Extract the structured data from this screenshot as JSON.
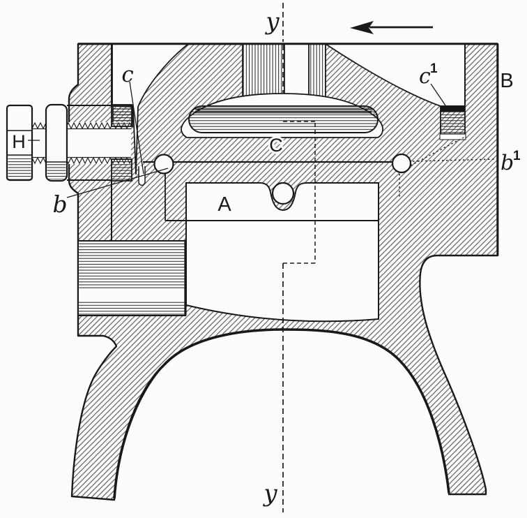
{
  "drawing": {
    "description_colors": {
      "paper": "#fcfcfa",
      "ink": "#191919",
      "hatch": "#5a5a5a"
    },
    "labels": {
      "axis_top": "y",
      "axis_bottom": "y",
      "stud": "H",
      "ball_left": "b",
      "ball_right": "b",
      "ball_right_sup": "1",
      "seat_left": "c",
      "seat_right": "c",
      "seat_right_sup": "1",
      "port": "A",
      "body": "B",
      "cage": "C"
    }
  }
}
